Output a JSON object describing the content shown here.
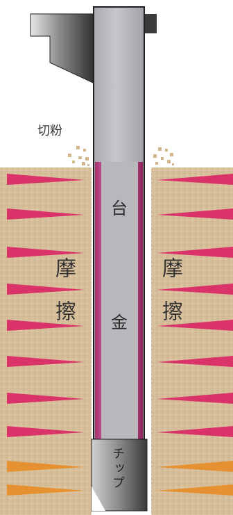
{
  "labels": {
    "chips": "切粉",
    "friction_left": "摩擦",
    "friction_right": "摩擦",
    "shank_top": "台",
    "shank_bottom": "金",
    "tip": "チップ"
  },
  "colors": {
    "soil": "#d8c09d",
    "soil_dark": "#c8ad85",
    "friction_mark": "#d9336a",
    "tip_mark": "#e69131",
    "shank_gray": "#b9b9bd",
    "shank_border": "#2b2b2b",
    "magenta_band": "#c8468e"
  }
}
